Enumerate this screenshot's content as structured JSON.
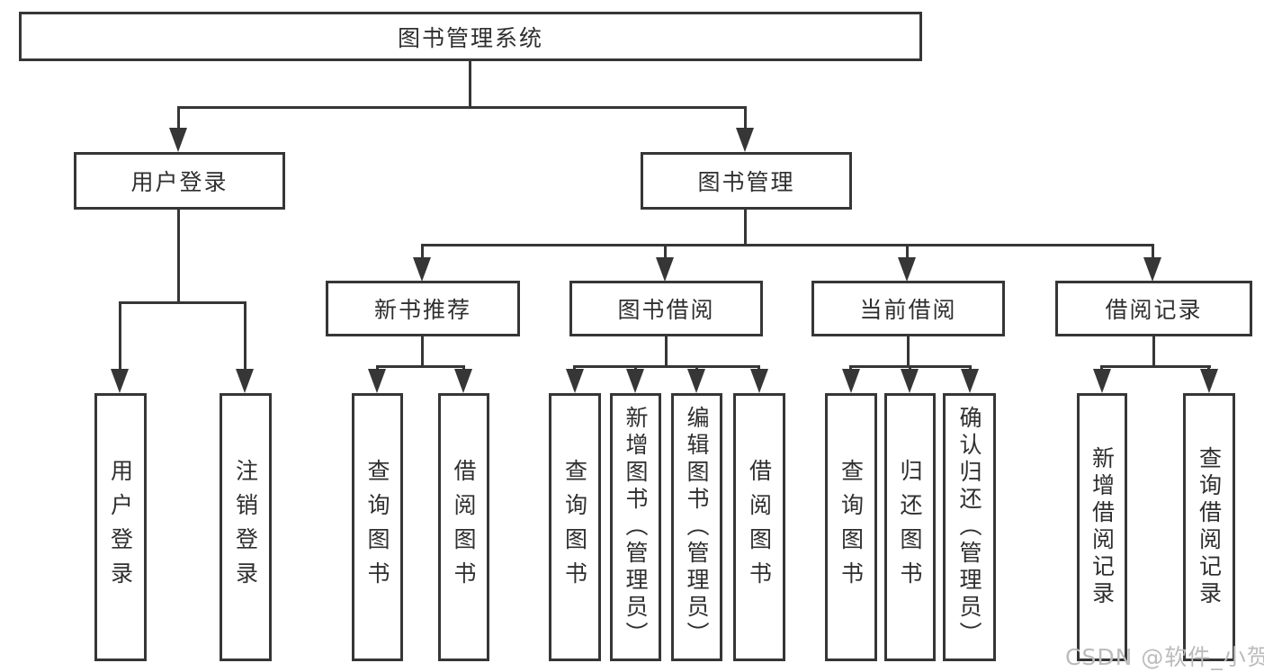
{
  "tree": {
    "label": "图书管理系统",
    "children": [
      {
        "label": "用户登录",
        "children": [
          {
            "label": "用户登录"
          },
          {
            "label": "注销登录"
          }
        ]
      },
      {
        "label": "图书管理",
        "children": [
          {
            "label": "新书推荐",
            "children": [
              {
                "label": "查询图书"
              },
              {
                "label": "借阅图书"
              }
            ]
          },
          {
            "label": "图书借阅",
            "children": [
              {
                "label": "查询图书"
              },
              {
                "label": "新增图书（管理员）"
              },
              {
                "label": "编辑图书（管理员）"
              },
              {
                "label": "借阅图书"
              }
            ]
          },
          {
            "label": "当前借阅",
            "children": [
              {
                "label": "查询图书"
              },
              {
                "label": "归还图书"
              },
              {
                "label": "确认归还（管理员）"
              }
            ]
          },
          {
            "label": "借阅记录",
            "children": [
              {
                "label": "新增借阅记录"
              },
              {
                "label": "查询借阅记录"
              }
            ]
          }
        ]
      }
    ]
  },
  "watermark": "CSDN @软件_小贺同学",
  "colors": {
    "line": "#363636",
    "box_border": "#363636",
    "text": "#2f2f2f",
    "background": "#ffffff",
    "watermark": "#bcbcbc"
  }
}
